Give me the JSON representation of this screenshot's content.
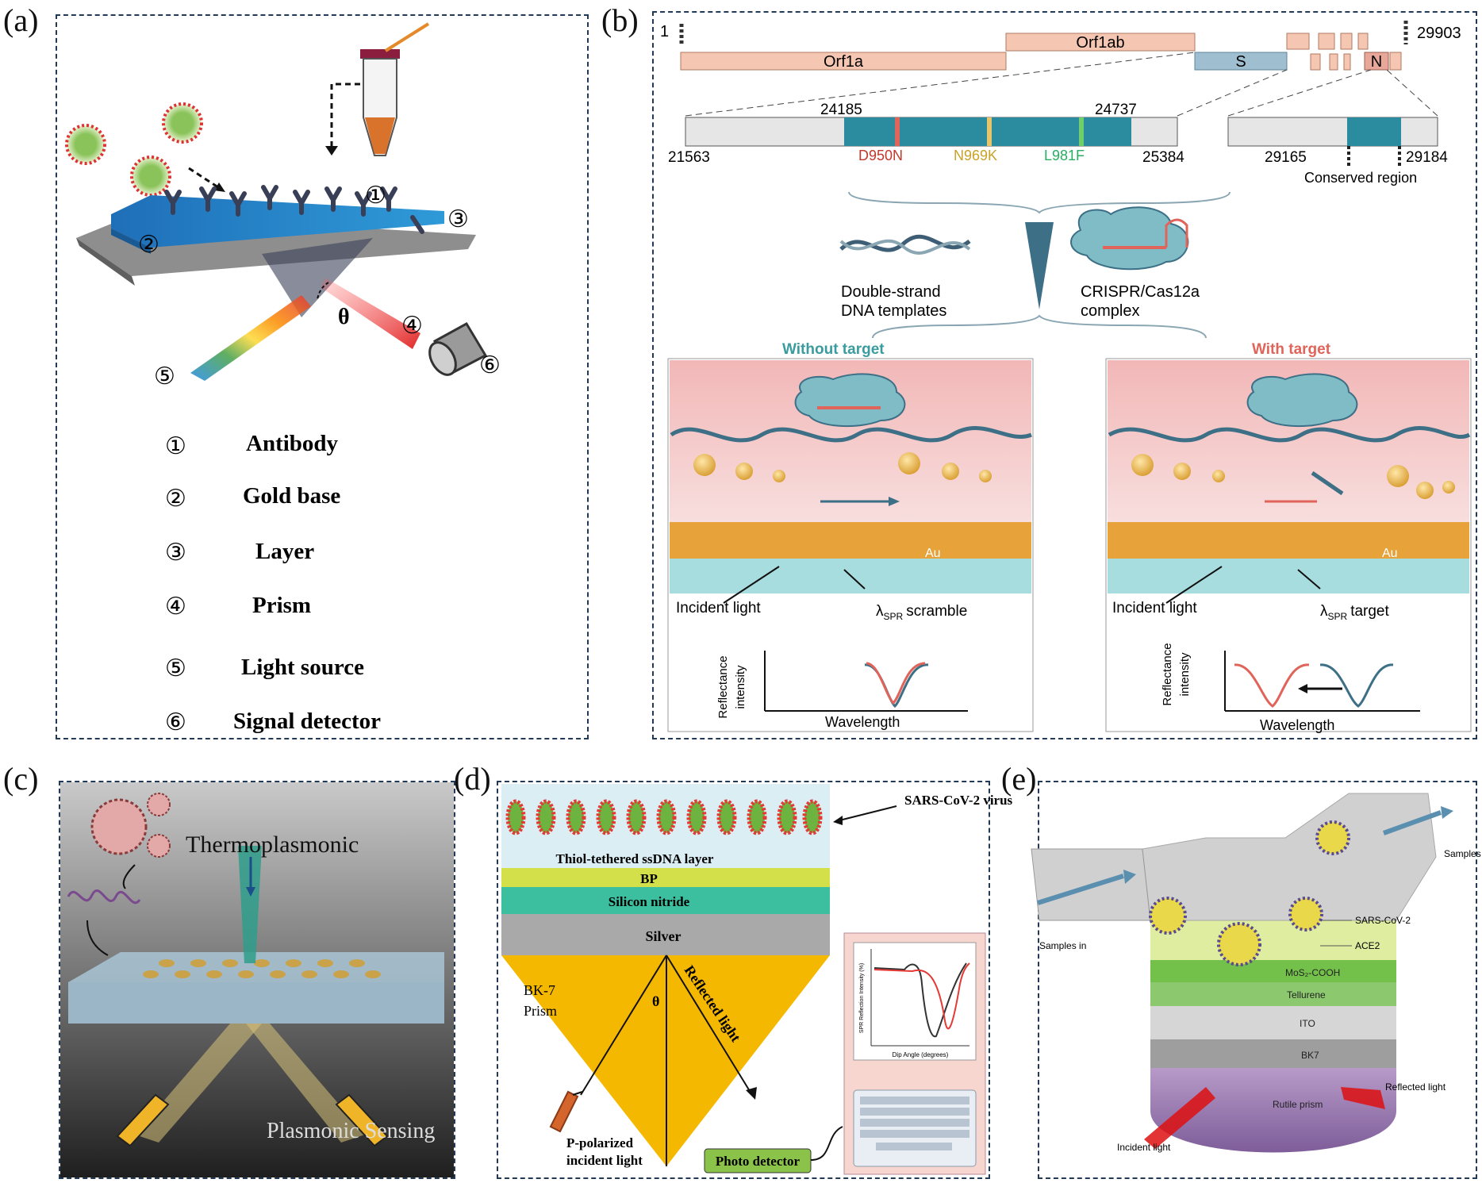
{
  "panels": {
    "a": "(a)",
    "b": "(b)",
    "c": "(c)",
    "d": "(d)",
    "e": "(e)"
  },
  "panel_a": {
    "theta": "θ",
    "markers": [
      "①",
      "②",
      "③",
      "④",
      "⑤",
      "⑥"
    ],
    "legend": [
      {
        "num": "①",
        "label": "Antibody"
      },
      {
        "num": "②",
        "label": "Gold base"
      },
      {
        "num": "③",
        "label": "Layer"
      },
      {
        "num": "④",
        "label": "Prism"
      },
      {
        "num": "⑤",
        "label": "Light source"
      },
      {
        "num": "⑥",
        "label": "Signal detector"
      }
    ]
  },
  "panel_b": {
    "genome_start": "1",
    "genome_end": "29903",
    "orf1ab": "Orf1ab",
    "orf1a": "Orf1a",
    "s": "S",
    "n": "N",
    "s_pos_left": "21563",
    "s_pos_a": "24185",
    "s_pos_b": "24737",
    "s_pos_right": "25384",
    "mut1": "D950N",
    "mut2": "N969K",
    "mut3": "L981F",
    "n_pos_left": "29165",
    "n_pos_right": "29184",
    "conserved": "Conserved region",
    "dna_label_1": "Double-strand",
    "dna_label_2": "DNA templates",
    "crispr_label_1": "CRISPR/Cas12a",
    "crispr_label_2": "complex",
    "without_target": "Without target",
    "with_target": "With target",
    "au": "Au",
    "incident_light": "Incident light",
    "lambda": "λ",
    "spr_sub": "SPR",
    "scramble": "scramble",
    "target": "target",
    "ylabel_1": "Reflectance",
    "ylabel_2": "intensity",
    "xlabel": "Wavelength"
  },
  "panel_c": {
    "thermo": "Thermoplasmonic",
    "plasmonic": "Plasmonic Sensing"
  },
  "panel_d": {
    "virus": "SARS-CoV-2  virus",
    "ssdna": "Thiol-tethered ssDNA layer",
    "bp": "BP",
    "sin": "Silicon nitride",
    "silver": "Silver",
    "bk7_1": "BK-7",
    "bk7_2": "Prism",
    "theta": "θ",
    "reflected": "Reflected light",
    "ppol_1": "P-polarized",
    "ppol_2": "incident light",
    "detector": "Photo detector",
    "inset_ylabel": "SPR Reflection Intensity (%)",
    "inset_xlabel": "Dip Angle (degrees)"
  },
  "panel_e": {
    "samples_out": "Samples out",
    "samples_in": "Samples in",
    "sars": "SARS-CoV-2",
    "ace2": "ACE2",
    "mos2": "MoS₂-COOH",
    "tellurene": "Tellurene",
    "ito": "ITO",
    "bk7": "BK7",
    "rutile": "Rutile prism",
    "reflected": "Reflected light",
    "incident": "Incident light"
  }
}
